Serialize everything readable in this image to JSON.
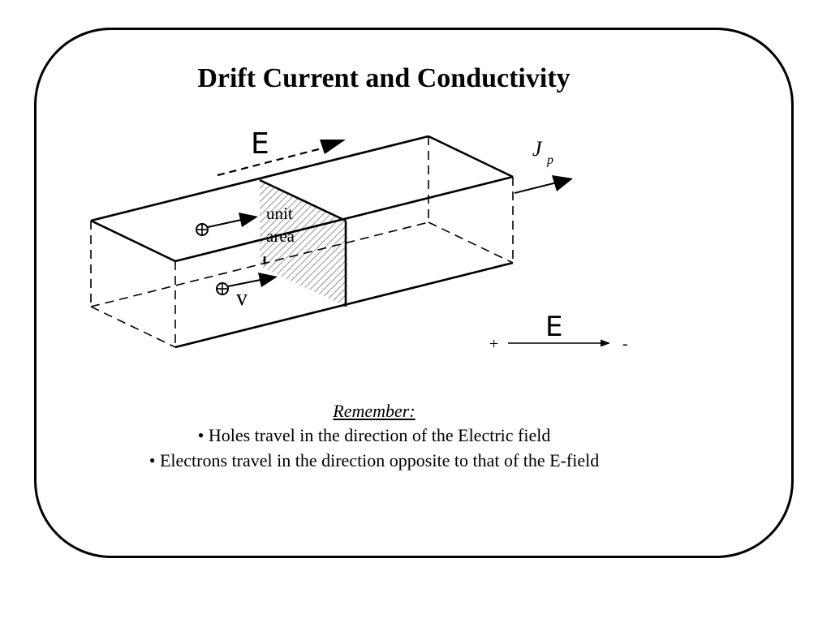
{
  "title": "Drift Current and Conductivity",
  "diagram": {
    "field_label_top": "E",
    "current_label": "J",
    "current_subscript": "p",
    "unit_area_line1": "unit",
    "unit_area_line2": "area",
    "velocity_label": "v",
    "field_label_right": "E",
    "plus_sign": "+",
    "minus_sign": "-"
  },
  "notes": {
    "heading": "Remember:",
    "bullets": [
      "• Holes travel in the direction of the Electric field",
      "• Electrons travel in the direction opposite to that of the E-field"
    ]
  }
}
